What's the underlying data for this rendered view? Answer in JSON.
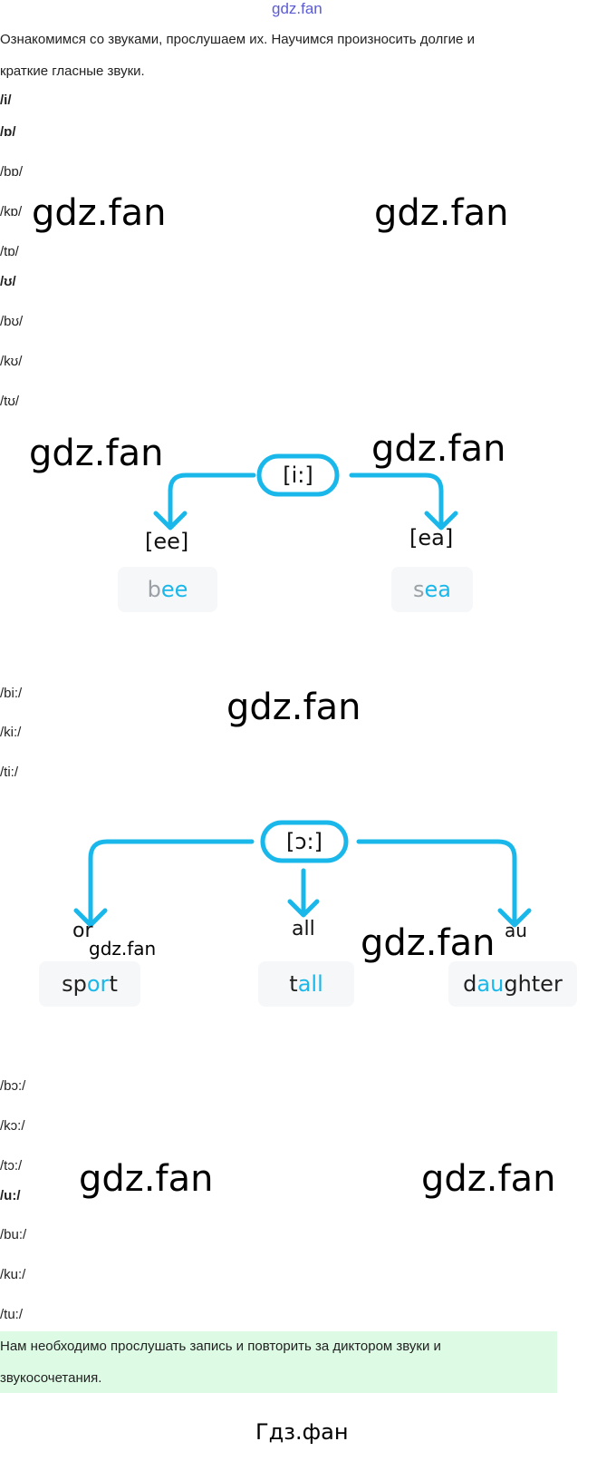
{
  "header_watermark": "gdz.fan",
  "intro": [
    "Ознакомимся со звуками, прослушаем их. Научимся произносить долгие и",
    "краткие гласные звуки."
  ],
  "group1": {
    "title": "/i/"
  },
  "group2": {
    "title": "/ɒ/",
    "items": [
      "/bɒ/",
      "/kɒ/",
      "/tɒ/"
    ]
  },
  "group3": {
    "title": "/ʊ/",
    "items": [
      "/bʊ/",
      "/kʊ/",
      "/tʊ/"
    ]
  },
  "diagram1": {
    "sound": "[i:]",
    "branches": [
      {
        "label": "[ee]",
        "word_pre": "b",
        "word_hl": "ee",
        "word_post": ""
      },
      {
        "label": "[ea]",
        "word_pre": "s",
        "word_hl": "ea",
        "word_post": ""
      }
    ]
  },
  "group4": {
    "items": [
      "/bi:/",
      "/ki:/",
      "/ti:/"
    ]
  },
  "diagram2": {
    "sound": "[ɔ:]",
    "branches": [
      {
        "label": "or",
        "word_pre": "sp",
        "word_hl": "or",
        "word_post": "t"
      },
      {
        "label": "all",
        "word_pre": "t",
        "word_hl": "all",
        "word_post": ""
      },
      {
        "label": "au",
        "word_pre": "d",
        "word_hl": "au",
        "word_post": "ghter"
      }
    ]
  },
  "group5": {
    "items": [
      "/bɔ:/",
      "/kɔ:/",
      "/tɔ:/"
    ]
  },
  "group6": {
    "title": "/u:/",
    "items": [
      "/bu:/",
      "/ku:/",
      "/tu:/"
    ]
  },
  "note": [
    "Нам необходимо прослушать запись и повторить за диктором звуки и",
    "звукосочетания."
  ],
  "watermark": "gdz.fan",
  "footer_watermark": "Гдз.фан",
  "colors": {
    "accent": "#1ab8ea",
    "note_bg": "#ddfbe4"
  }
}
